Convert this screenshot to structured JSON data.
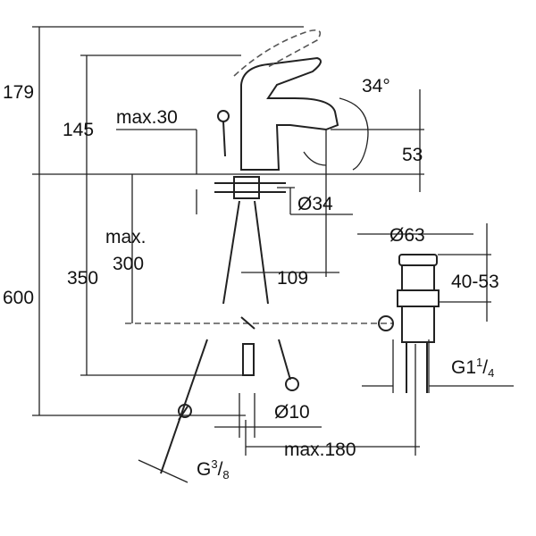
{
  "drawing": {
    "title": "Basin mixer dimension drawing",
    "dimensions": {
      "height_total_lever": "179",
      "height_spout": "145",
      "max_deck_thickness": "max.30",
      "lever_angle": "34°",
      "spout_height_outlet": "53",
      "hole_diameter": "Ø34",
      "max_pipe_length_label_1": "max.",
      "max_pipe_length_label_2": "300",
      "overall_height": "600",
      "connection_height": "350",
      "spout_reach": "109",
      "waste_diameter": "Ø63",
      "waste_range": "40-53",
      "waste_thread_main": "G1",
      "waste_thread_num": "1",
      "waste_thread_den": "4",
      "hose_diameter": "Ø10",
      "max_offset": "max.180",
      "hose_thread_main": "G",
      "hose_thread_num": "3",
      "hose_thread_den": "8"
    }
  }
}
